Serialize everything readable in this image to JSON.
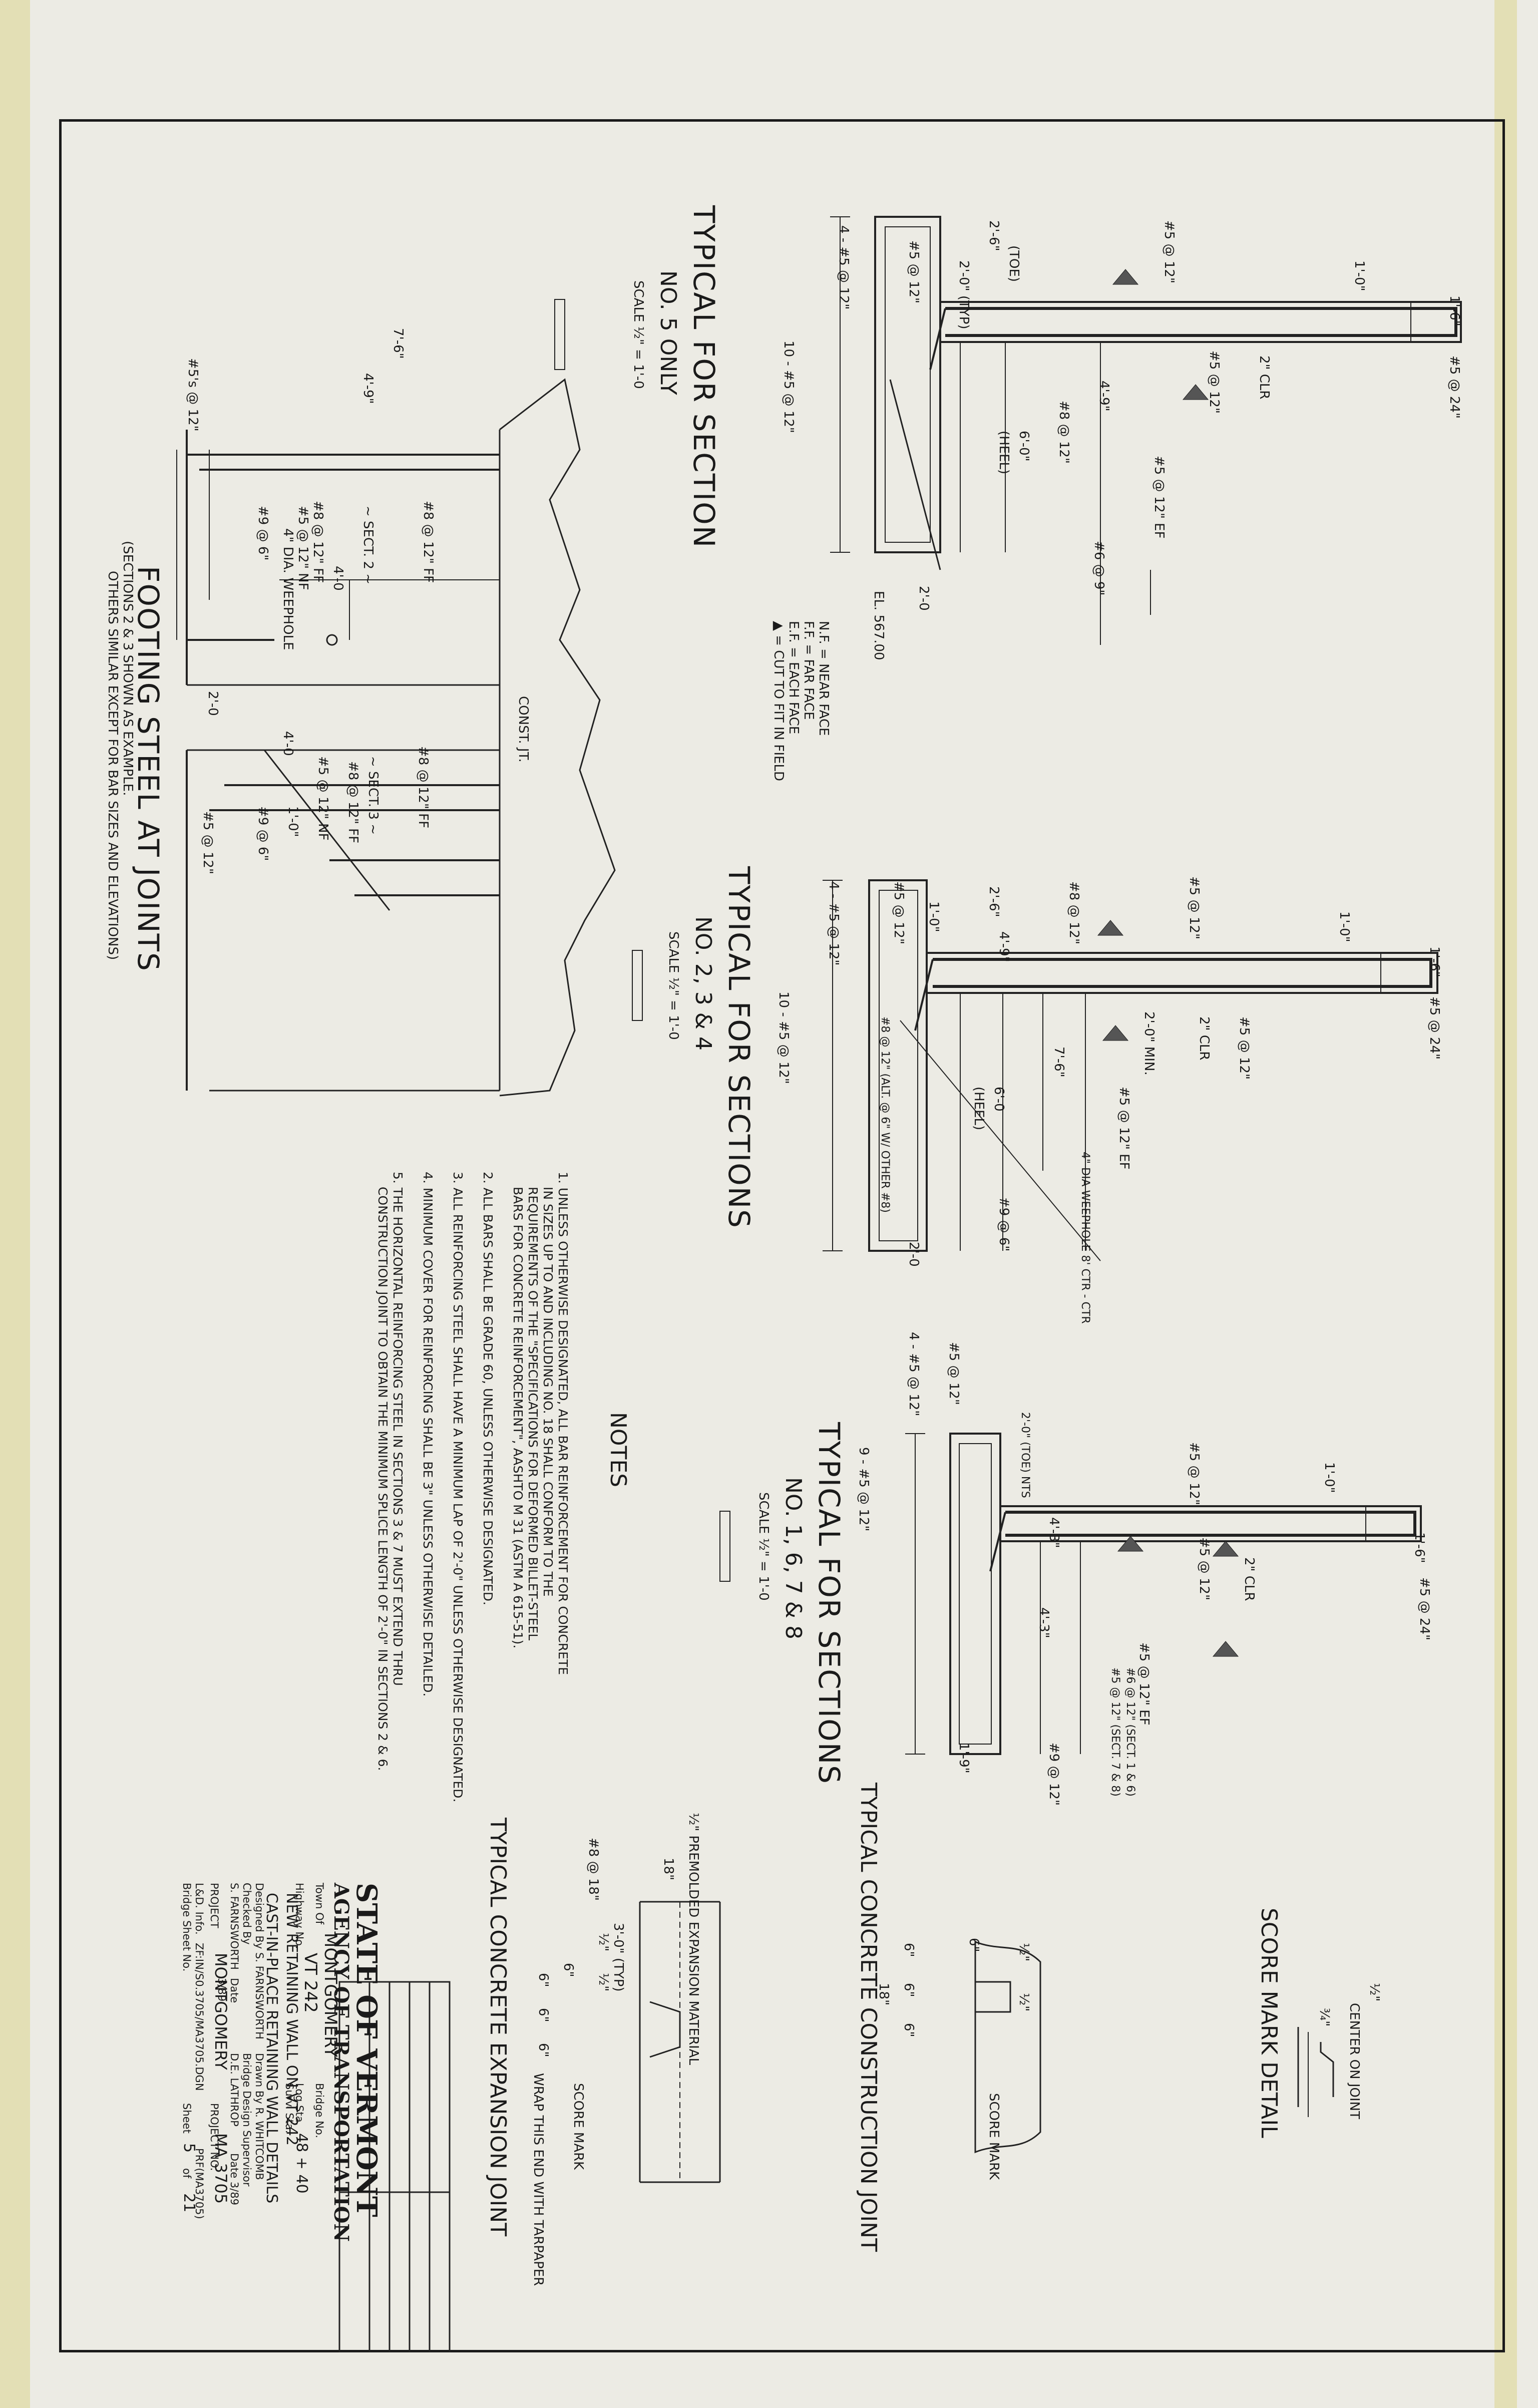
{
  "sections": {
    "s5": {
      "title": "TYPICAL FOR SECTION",
      "sub": "NO. 5 ONLY",
      "scale": "SCALE ½\" = 1'-0"
    },
    "s234": {
      "title": "TYPICAL FOR SECTIONS",
      "sub": "NO. 2, 3 & 4",
      "scale": "SCALE ½\" = 1'-0"
    },
    "s1678": {
      "title": "TYPICAL FOR SECTIONS",
      "sub": "NO. 1, 6, 7 & 8",
      "scale": "SCALE ½\" = 1'-0"
    }
  },
  "dims5": {
    "top_width": "1'-0\"",
    "cap": "1'-6\"",
    "bar_top": "#5 @ 24\"",
    "bar_face1": "#5 @ 12\"",
    "bar_face2": "#5 @ 12\"",
    "clr": "2\" CLR",
    "toe": "2'-6\"",
    "toe2": "(TOE)",
    "toe_typ": "2'-0\" (TYP)",
    "bar_toe": "#5 @ 12\"",
    "bar_bot": "4 - #5 @ 12\"",
    "bar_long": "10 - #5 @ 12\"",
    "dim_49": "4'-9\"",
    "heel": "6'-0\"",
    "heel_lbl": "(HEEL)",
    "bar8": "#8 @ 12\"",
    "bar_ef": "#5 @ 12\" EF",
    "bar6": "#6 @ 9\"",
    "base": "2'-0",
    "el": "EL. 567.00"
  },
  "legend": [
    "N.F. = NEAR FACE",
    "F.F. = FAR FACE",
    "E.F. = EACH FACE",
    "▲ = CUT TO FIT IN FIELD"
  ],
  "dims234": {
    "top_width": "1'-0\"",
    "cap": "1'-6\"",
    "bar_top": "#5 @ 24\"",
    "bar_face1": "#5 @ 12\"",
    "bar_face2": "#5 @ 12\"",
    "clr": "2\" CLR",
    "toe": "2'-6\"",
    "toe_w": "1'-0\"",
    "bar8": "#8 @ 12\"",
    "bar_toe": "#5 @ 12\"",
    "bar_bot": "4 - #5 @ 12\"",
    "bar_long": "10 - #5 @ 12\"",
    "alt": "#8 @ 12\" (ALT. @ 6\" W/ OTHER #8)",
    "dim_49": "4'-9\"",
    "min": "2'-0\" MIN.",
    "dim_76": "7'-6\"",
    "bar_ef": "#5 @ 12\" EF",
    "heel": "6'-0",
    "heel_lbl": "(HEEL)",
    "weep": "4\" DIA WEEPHOLE 8' CTR - CTR",
    "bar9": "#9 @ 6\"",
    "base": "2'-0"
  },
  "dims1678": {
    "top_width": "1'-0\"",
    "cap": "1'-6\"",
    "bar_top": "#5 @ 24\"",
    "bar_face1": "#5 @ 12\"",
    "bar_face2": "#5 @ 12\"",
    "clr": "2\" CLR",
    "toe": "2'-0\" (TOE) NTS",
    "bar_toe": "#5 @ 12\"",
    "bar_bot": "4 - #5 @ 12\"",
    "bar_long": "9 - #5 @ 12\"",
    "dim_43a": "4'-3\"",
    "dim_43b": "4'-3\"",
    "bar_ef": "#5 @ 12\" EF",
    "bar6": "#6 @ 12\" (SECT. 1 & 6)",
    "bar5": "#5 @ 12\" (SECT. 7 & 8)",
    "base": "1'-9\"",
    "bar9": "#9 @ 12\""
  },
  "footing": {
    "title": "FOOTING STEEL AT JOINTS",
    "sub1": "(SECTIONS 2 & 3 SHOWN AS EXAMPLE.",
    "sub2": "OTHERS SIMILAR EXCEPT FOR BAR SIZES AND ELEVATIONS)",
    "dim_76": "7'-6\"",
    "dim_49": "4'-9\"",
    "bar_s": "#5's @ 12\"",
    "ff1": "#8 @ 12\" FF",
    "ff2": "#8 @ 12\" FF",
    "ff3": "#8 @ 12\" FF",
    "ff4": "#8 @ 12\" FF",
    "sect2": "~ SECT. 2 ~",
    "sect3": "~ SECT. 3 ~",
    "nf1": "#5 @ 12\" NF",
    "nf2": "#5 @ 12\" NF",
    "weep": "4\" DIA. WEEPHOLE",
    "d40a": "4'-0",
    "d40b": "4'-0",
    "d10": "1'-0\"",
    "d20": "2'-0",
    "bar9a": "#9 @ 6\"",
    "bar9b": "#9 @ 6\"",
    "bar5": "#5 @ 12\"",
    "const": "CONST. JT."
  },
  "notes": {
    "title": "NOTES",
    "items": [
      "1. UNLESS OTHERWISE DESIGNATED, ALL BAR REINFORCEMENT FOR CONCRETE",
      "IN SIZES UP TO AND INCLUDING NO. 18 SHALL CONFORM TO THE",
      "REQUIREMENTS OF THE \"SPECIFICATIONS FOR DEFORMED BILLET-STEEL",
      "BARS FOR CONCRETE REINFORCEMENT\", AASHTO M 31 (ASTM A 615-51).",
      "2. ALL BARS SHALL BE GRADE 60, UNLESS OTHERWISE DESIGNATED.",
      "3. ALL REINFORCING STEEL SHALL HAVE A MINIMUM LAP OF 2'-0\" UNLESS OTHERWISE DESIGNATED.",
      "4. MINIMUM COVER FOR REINFORCING SHALL BE 3\" UNLESS OTHERWISE DETAILED.",
      "5. THE HORIZONTAL REINFORCING STEEL IN SECTIONS 3 & 7 MUST EXTEND THRU",
      "CONSTRUCTION JOINT TO OBTAIN THE MINIMUM SPLICE LENGTH OF 2'-0\" IN SECTIONS 2 & 6."
    ]
  },
  "score": {
    "title": "SCORE MARK DETAIL",
    "half": "½\"",
    "center": "CENTER ON JOINT",
    "q": "¾\""
  },
  "cjoint": {
    "title": "TYPICAL CONCRETE CONSTRUCTION JOINT",
    "h1": "½\"",
    "h2": "½\"",
    "v": "6\"",
    "a": "6\"",
    "b": "6\"",
    "c": "6\"",
    "w": "18\"",
    "mark": "SCORE MARK"
  },
  "ejoint": {
    "title": "TYPICAL CONCRETE EXPANSION JOINT",
    "material": "½\" PREMOLDED EXPANSION MATERIAL",
    "w": "18\"",
    "bar": "#8 @ 18\"",
    "typ": "3'-0\" (TYP)",
    "h1": "½\"",
    "h2": "½\"",
    "v": "6\"",
    "a": "6\"",
    "b": "6\"",
    "c": "6\"",
    "mark": "SCORE MARK",
    "wrap": "WRAP THIS END WITH TARPAPER"
  },
  "title_block": {
    "state": "STATE OF VERMONT",
    "agency": "AGENCY OF TRANSPORTATION",
    "town_lbl": "Town Of",
    "town": "MONTGOMERY",
    "bridge_lbl": "Bridge No.",
    "hwy_lbl": "Highway No.",
    "hwy": "VT 242",
    "log_lbl": "Log Sta.",
    "surv_lbl": "Surv. Sta.",
    "surv": "48 + 40",
    "proj_name": "NEW RETAINING WALL ON VT 242",
    "det": "CAST-IN-PLACE RETAINING WALL DETAILS",
    "designed": "Designed By S. FARNSWORTH",
    "drawn": "Drawn By R. WHITCOMB",
    "checked": "Checked By",
    "bds": "Bridge Design Supervisor",
    "checker": "S. FARNSWORTH",
    "date_lbl": "Date",
    "date1": "3/89",
    "sup": "D.E. LATHROP",
    "date2": "Date 3/89",
    "project_lbl": "PROJECT",
    "project": "MONTGOMERY",
    "pno_lbl": "PROJECT NO.",
    "pno": "MA 3705",
    "file_lbl": "L&D. Info.",
    "file": "ZF:IN/S0.3705/MA3705.DGN",
    "code": "PRF(MA3705)",
    "bsheet": "Bridge Sheet No.",
    "sheet": "Sheet",
    "sheet_no": "5",
    "of": "of",
    "total": "21"
  }
}
